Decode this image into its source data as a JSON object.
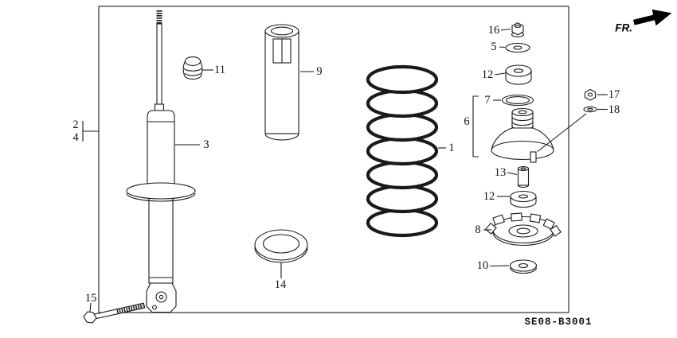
{
  "header": {
    "fr_label": "FR."
  },
  "footer": {
    "diagram_code": "SE08-B3001"
  },
  "colors": {
    "line": "#1a1a1a",
    "background": "#ffffff"
  },
  "callouts": [
    {
      "ref": "1",
      "part": "coil-spring"
    },
    {
      "ref": "2",
      "part": "shock-absorber-assembly"
    },
    {
      "ref": "3",
      "part": "shock-absorber-unit"
    },
    {
      "ref": "4",
      "part": "shock-absorber-assembly"
    },
    {
      "ref": "5",
      "part": "mount-washer"
    },
    {
      "ref": "6",
      "part": "mount-assembly"
    },
    {
      "ref": "7",
      "part": "mount-ring"
    },
    {
      "ref": "8",
      "part": "spring-seat"
    },
    {
      "ref": "9",
      "part": "dust-cover"
    },
    {
      "ref": "10",
      "part": "flat-washer"
    },
    {
      "ref": "11",
      "part": "bump-stop"
    },
    {
      "ref": "12",
      "part": "bushing-upper"
    },
    {
      "ref": "12",
      "part": "bushing-lower"
    },
    {
      "ref": "13",
      "part": "collar"
    },
    {
      "ref": "14",
      "part": "base-ring"
    },
    {
      "ref": "15",
      "part": "flange-bolt"
    },
    {
      "ref": "16",
      "part": "lock-nut"
    },
    {
      "ref": "17",
      "part": "stud-nut"
    },
    {
      "ref": "18",
      "part": "stud-washer"
    }
  ]
}
